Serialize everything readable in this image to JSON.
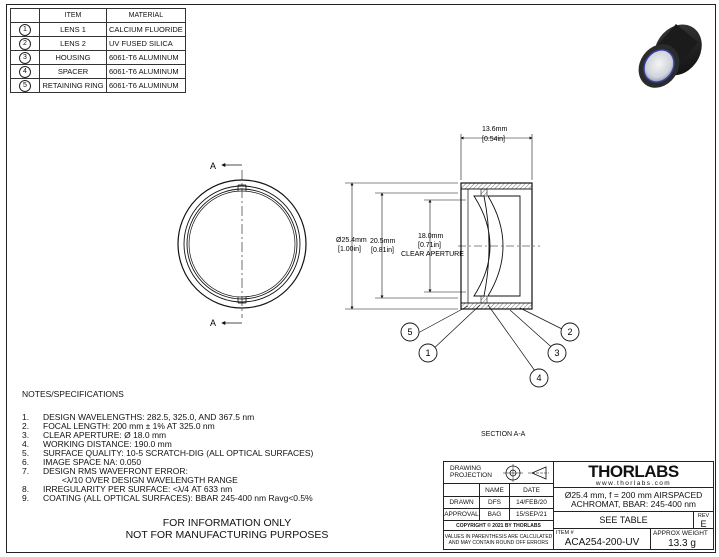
{
  "bom": {
    "headers": [
      "ITEM",
      "MATERIAL"
    ],
    "rows": [
      {
        "num": "1",
        "item": "LENS 1",
        "material": "CALCIUM FLUORIDE"
      },
      {
        "num": "2",
        "item": "LENS 2",
        "material": "UV FUSED SILICA"
      },
      {
        "num": "3",
        "item": "HOUSING",
        "material": "6061-T6 ALUMINUM"
      },
      {
        "num": "4",
        "item": "SPACER",
        "material": "6061-T6 ALUMINUM"
      },
      {
        "num": "5",
        "item": "RETAINING RING",
        "material": "6061-T6 ALUMINUM"
      }
    ]
  },
  "drawing": {
    "section_marker": "A",
    "dim_length_mm": "13.6mm",
    "dim_length_in": "[0.54in]",
    "dim_od_mm": "Ø25.4mm",
    "dim_od_in": "[1.00in]",
    "dim_id_mm": "20.5mm",
    "dim_id_in": "[0.81in]",
    "dim_ca_mm": "18.0mm",
    "dim_ca_in": "[0.71in]",
    "dim_ca_label": "CLEAR APERTURE",
    "balloons": [
      "1",
      "2",
      "3",
      "4",
      "5"
    ],
    "section_label": "SECTION A-A"
  },
  "notes": {
    "title": "NOTES/SPECIFICATIONS",
    "items": [
      {
        "n": "1.",
        "t": "DESIGN WAVELENGTHS: 282.5, 325.0, AND 367.5 nm"
      },
      {
        "n": "2.",
        "t": "FOCAL LENGTH: 200 mm ± 1% AT 325.0 nm"
      },
      {
        "n": "3.",
        "t": "CLEAR APERTURE: Ø 18.0 mm"
      },
      {
        "n": "4.",
        "t": "WORKING DISTANCE: 190.0 mm"
      },
      {
        "n": "5.",
        "t": "SURFACE QUALITY: 10-5 SCRATCH-DIG (ALL OPTICAL SURFACES)"
      },
      {
        "n": "6.",
        "t": "IMAGE SPACE NA: 0.050"
      },
      {
        "n": "7.",
        "t": "DESIGN RMS WAVEFRONT ERROR:"
      },
      {
        "n": "",
        "t": "        <λ/10 OVER DESIGN WAVELENGTH RANGE"
      },
      {
        "n": "8.",
        "t": "IRREGULARITY PER SURFACE: <λ/4 AT 633 nm"
      },
      {
        "n": "9.",
        "t": "COATING (ALL OPTICAL SURFACES): BBAR 245-400 nm Ravg<0.5%"
      }
    ]
  },
  "info": {
    "line1": "FOR INFORMATION ONLY",
    "line2": "NOT FOR MANUFACTURING PURPOSES"
  },
  "titleblock": {
    "projection_label1": "DRAWING",
    "projection_label2": "PROJECTION",
    "name_header": "NAME",
    "date_header": "DATE",
    "drawn_label": "DRAWN",
    "drawn_name": "DFS",
    "drawn_date": "14/FEB/20",
    "approval_label": "APPROVAL",
    "approval_name": "BAG",
    "approval_date": "15/SEP/21",
    "copyright": "COPYRIGHT © 2021 BY THORLABS",
    "disclaimer1": "VALUES IN PARENTHESIS ARE CALCULATED",
    "disclaimer2": "AND MAY CONTAIN ROUND OFF ERRORS",
    "logo": "THORLABS",
    "url": "www.thorlabs.com",
    "desc1": "Ø25.4 mm, f = 200 mm AIRSPACED",
    "desc2": "ACHROMAT, BBAR: 245-400 nm",
    "see_table": "SEE TABLE",
    "rev_label": "REV",
    "rev": "E",
    "item_label": "ITEM #",
    "item": "ACA254-200-UV",
    "weight_label": "APPROX WEIGHT",
    "weight": "13.3 g"
  }
}
